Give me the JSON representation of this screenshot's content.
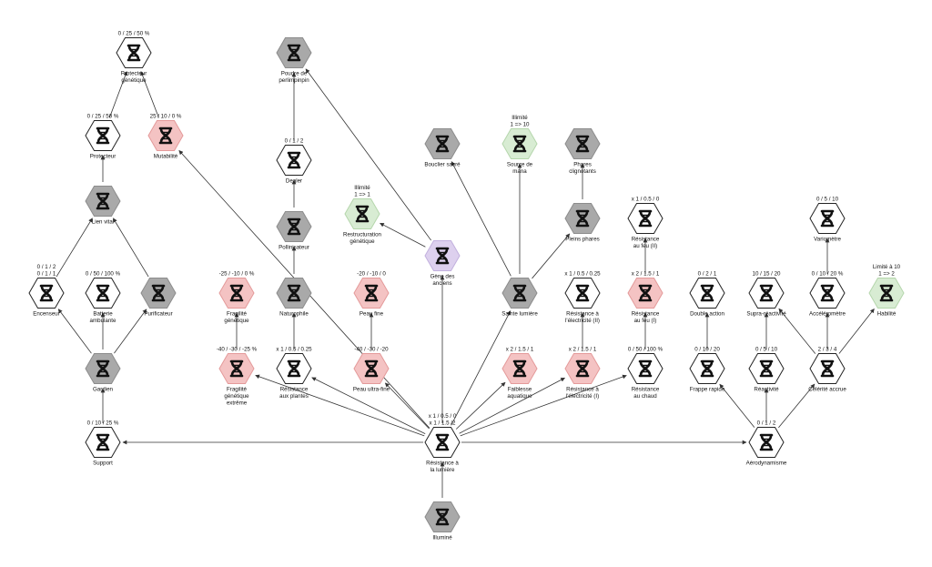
{
  "colors": {
    "white": "#ffffff",
    "gray": "#a9a9a9",
    "red": "#f4c3c3",
    "green": "#d8ecd3",
    "purple": "#ddd0ee",
    "edge": "#333333"
  },
  "icon": "dna-icon",
  "nodes": [
    {
      "id": "protecteur-genetique",
      "label": [
        "Protecteur",
        "génétique"
      ],
      "value": [
        "0 / 25 / 50 %"
      ],
      "style": "white"
    },
    {
      "id": "protecteur",
      "label": [
        "Protecteur"
      ],
      "value": [
        "0 / 25 / 50 %"
      ],
      "style": "white"
    },
    {
      "id": "mutabilite",
      "label": [
        "Mutabilité"
      ],
      "value": [
        "25 / 10 / 0 %"
      ],
      "style": "red"
    },
    {
      "id": "lien-vital",
      "label": [
        "Lien vital"
      ],
      "value": [],
      "style": "gray"
    },
    {
      "id": "encenseur",
      "label": [
        "Encenseur"
      ],
      "value": [
        "0 / 1 / 2",
        "0 / 1 / 1"
      ],
      "style": "white"
    },
    {
      "id": "batterie-ambulante",
      "label": [
        "Batterie",
        "ambulante"
      ],
      "value": [
        "0 / 50 / 100 %"
      ],
      "style": "white"
    },
    {
      "id": "purificateur",
      "label": [
        "Purificateur"
      ],
      "value": [],
      "style": "gray"
    },
    {
      "id": "gardien",
      "label": [
        "Gardien"
      ],
      "value": [],
      "style": "gray"
    },
    {
      "id": "support",
      "label": [
        "Support"
      ],
      "value": [
        "0 / 10 / 25 %"
      ],
      "style": "white"
    },
    {
      "id": "poudre",
      "label": [
        "Poudre de",
        "perlimpinpin"
      ],
      "value": [],
      "style": "gray"
    },
    {
      "id": "dealer",
      "label": [
        "Dealer"
      ],
      "value": [
        "0 / 1 / 2"
      ],
      "style": "white"
    },
    {
      "id": "pollinisateur",
      "label": [
        "Pollinisateur"
      ],
      "value": [],
      "style": "gray"
    },
    {
      "id": "naturophile",
      "label": [
        "Naturophile"
      ],
      "value": [],
      "style": "gray"
    },
    {
      "id": "resistance-plantes",
      "label": [
        "Résistance",
        "aux plantes"
      ],
      "value": [
        "x 1 / 0.5 / 0.25"
      ],
      "style": "white"
    },
    {
      "id": "fragilite-genetique",
      "label": [
        "Fragilité",
        "génétique"
      ],
      "value": [
        "-25 / -10 / 0 %"
      ],
      "style": "red"
    },
    {
      "id": "fragilite-extreme",
      "label": [
        "Fragilité",
        "génétique",
        "extrême"
      ],
      "value": [
        "-40 / -30 / -25 %"
      ],
      "style": "red"
    },
    {
      "id": "restructuration",
      "label": [
        "Restructuration",
        "génétique"
      ],
      "value": [
        "Illimité",
        "1 => 1"
      ],
      "style": "green"
    },
    {
      "id": "peau-fine",
      "label": [
        "Peau fine"
      ],
      "value": [
        "-20 / -10 / 0"
      ],
      "style": "red"
    },
    {
      "id": "peau-ultra-fine",
      "label": [
        "Peau ultra-fine"
      ],
      "value": [
        "-40 / -30 / -20"
      ],
      "style": "red"
    },
    {
      "id": "gene-anciens",
      "label": [
        "Gène des",
        "anciens"
      ],
      "value": [],
      "style": "purple"
    },
    {
      "id": "bouclier-sacre",
      "label": [
        "Bouclier sacré"
      ],
      "value": [],
      "style": "gray"
    },
    {
      "id": "source-mana",
      "label": [
        "Source de",
        "mana"
      ],
      "value": [
        "Illimité",
        "1 => 10"
      ],
      "style": "green"
    },
    {
      "id": "phares",
      "label": [
        "Phares",
        "clignotants"
      ],
      "value": [],
      "style": "gray"
    },
    {
      "id": "pleins-phares",
      "label": [
        "Pleins phares"
      ],
      "value": [],
      "style": "gray"
    },
    {
      "id": "sainte-lumiere",
      "label": [
        "Sainte lumière"
      ],
      "value": [],
      "style": "gray"
    },
    {
      "id": "faiblesse-aquatique",
      "label": [
        "Faiblesse",
        "aquatique"
      ],
      "value": [
        "x 2 / 1.5 / 1"
      ],
      "style": "red"
    },
    {
      "id": "res-elec-2",
      "label": [
        "Résistance à",
        "l'électricité (II)"
      ],
      "value": [
        "x 1 / 0.5 / 0.25"
      ],
      "style": "white"
    },
    {
      "id": "res-elec-1",
      "label": [
        "Résistance à",
        "l'électricité (I)"
      ],
      "value": [
        "x 2 / 1.5 / 1"
      ],
      "style": "red"
    },
    {
      "id": "res-feu-2",
      "label": [
        "Résistance",
        "au feu (II)"
      ],
      "value": [
        "x 1 / 0.5 / 0"
      ],
      "style": "white"
    },
    {
      "id": "res-feu-1",
      "label": [
        "Résistance",
        "au feu (I)"
      ],
      "value": [
        "x 2 / 1.5 / 1"
      ],
      "style": "red"
    },
    {
      "id": "res-chaud",
      "label": [
        "Résistance",
        "au chaud"
      ],
      "value": [
        "0 / 50 / 100 %"
      ],
      "style": "white"
    },
    {
      "id": "res-lumiere",
      "label": [
        "Résistance à",
        "la lumière"
      ],
      "value": [
        "x 1 / 0.5 / 0",
        "x 1 / 1.5 /2"
      ],
      "style": "white"
    },
    {
      "id": "illumine",
      "label": [
        "Illuminé"
      ],
      "value": [],
      "style": "gray"
    },
    {
      "id": "double-action",
      "label": [
        "Double action"
      ],
      "value": [
        "0 / 2 / 1"
      ],
      "style": "white"
    },
    {
      "id": "frappe-rapide",
      "label": [
        "Frappe rapide"
      ],
      "value": [
        "0 / 10 / 20"
      ],
      "style": "white"
    },
    {
      "id": "supra-reactivite",
      "label": [
        "Supra-réactivité"
      ],
      "value": [
        "10 / 15 / 20"
      ],
      "style": "white"
    },
    {
      "id": "reactivite",
      "label": [
        "Réactivité"
      ],
      "value": [
        "0 / 5 / 10"
      ],
      "style": "white"
    },
    {
      "id": "variometre",
      "label": [
        "Variomètre"
      ],
      "value": [
        "0 / 5 / 10"
      ],
      "style": "white"
    },
    {
      "id": "accelerometre",
      "label": [
        "Accéléromètre"
      ],
      "value": [
        "0 / 10 / 20 %"
      ],
      "style": "white"
    },
    {
      "id": "celerite",
      "label": [
        "Célérité accrue"
      ],
      "value": [
        "2 / 3 / 4"
      ],
      "style": "white"
    },
    {
      "id": "habilite",
      "label": [
        "Habilité"
      ],
      "value": [
        "Limité à 10",
        "1 => 2"
      ],
      "style": "green"
    },
    {
      "id": "aerodynamisme",
      "label": [
        "Aérodynamisme"
      ],
      "value": [
        "0 / 1 / 2"
      ],
      "style": "white"
    }
  ],
  "edges": [
    [
      "illumine",
      "res-lumiere"
    ],
    [
      "res-lumiere",
      "support"
    ],
    [
      "res-lumiere",
      "aerodynamisme"
    ],
    [
      "res-lumiere",
      "gene-anciens"
    ],
    [
      "res-lumiere",
      "sainte-lumiere"
    ],
    [
      "res-lumiere",
      "resistance-plantes"
    ],
    [
      "res-lumiere",
      "fragilite-extreme"
    ],
    [
      "res-lumiere",
      "peau-ultra-fine"
    ],
    [
      "res-lumiere",
      "faiblesse-aquatique"
    ],
    [
      "res-lumiere",
      "res-elec-1"
    ],
    [
      "res-lumiere",
      "res-chaud"
    ],
    [
      "res-lumiere",
      "mutabilite"
    ],
    [
      "support",
      "gardien"
    ],
    [
      "gardien",
      "encenseur"
    ],
    [
      "gardien",
      "batterie-ambulante"
    ],
    [
      "gardien",
      "purificateur"
    ],
    [
      "encenseur",
      "lien-vital"
    ],
    [
      "purificateur",
      "lien-vital"
    ],
    [
      "lien-vital",
      "protecteur"
    ],
    [
      "protecteur",
      "protecteur-genetique"
    ],
    [
      "mutabilite",
      "protecteur-genetique"
    ],
    [
      "resistance-plantes",
      "naturophile"
    ],
    [
      "naturophile",
      "pollinisateur"
    ],
    [
      "pollinisateur",
      "dealer"
    ],
    [
      "dealer",
      "poudre"
    ],
    [
      "fragilite-extreme",
      "fragilite-genetique"
    ],
    [
      "peau-ultra-fine",
      "peau-fine"
    ],
    [
      "gene-anciens",
      "restructuration"
    ],
    [
      "gene-anciens",
      "poudre"
    ],
    [
      "sainte-lumiere",
      "bouclier-sacre"
    ],
    [
      "sainte-lumiere",
      "source-mana"
    ],
    [
      "sainte-lumiere",
      "pleins-phares"
    ],
    [
      "pleins-phares",
      "phares"
    ],
    [
      "res-elec-1",
      "res-elec-2"
    ],
    [
      "res-chaud",
      "res-feu-1"
    ],
    [
      "res-feu-1",
      "res-feu-2"
    ],
    [
      "aerodynamisme",
      "frappe-rapide"
    ],
    [
      "aerodynamisme",
      "reactivite"
    ],
    [
      "aerodynamisme",
      "celerite"
    ],
    [
      "frappe-rapide",
      "double-action"
    ],
    [
      "reactivite",
      "supra-reactivite"
    ],
    [
      "celerite",
      "supra-reactivite"
    ],
    [
      "celerite",
      "accelerometre"
    ],
    [
      "celerite",
      "habilite"
    ],
    [
      "accelerometre",
      "variometre"
    ]
  ]
}
